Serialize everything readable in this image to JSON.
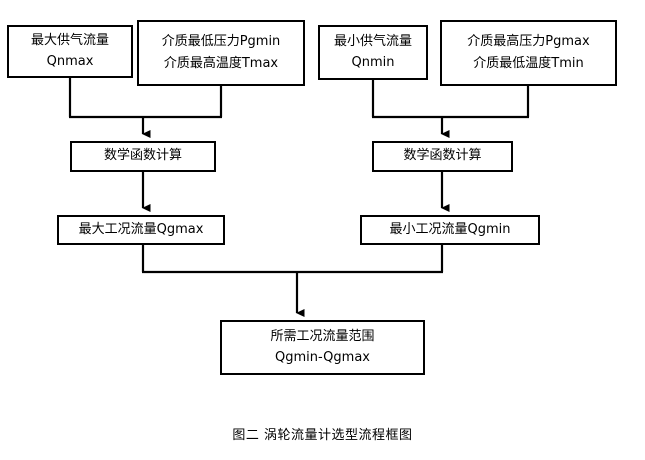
{
  "figure": {
    "caption": "图二  涡轮流量计选型流程框图",
    "background_color": "#ffffff",
    "line_color": "#000000"
  },
  "nodes": {
    "qnmax": {
      "line_1": "最大供气流量",
      "line_2": "Qnmax"
    },
    "pgmin_tmax": {
      "line_1": "介质最低压力Pgmin",
      "line_2": "介质最高温度Tmax"
    },
    "qnmin": {
      "line_1": "最小供气流量",
      "line_2": "Qnmin"
    },
    "pgmax_tmin": {
      "line_1": "介质最高压力Pgmax",
      "line_2": "介质最低温度Tmin"
    },
    "calc_left": {
      "line_1": "数学函数计算"
    },
    "calc_right": {
      "line_1": "数学函数计算"
    },
    "qgmax": {
      "line_1": "最大工况流量Qgmax"
    },
    "qgmin": {
      "line_1": "最小工况流量Qgmin"
    },
    "result": {
      "line_1": "所需工况流量范围",
      "line_2": "Qgmin-Qgmax"
    }
  }
}
